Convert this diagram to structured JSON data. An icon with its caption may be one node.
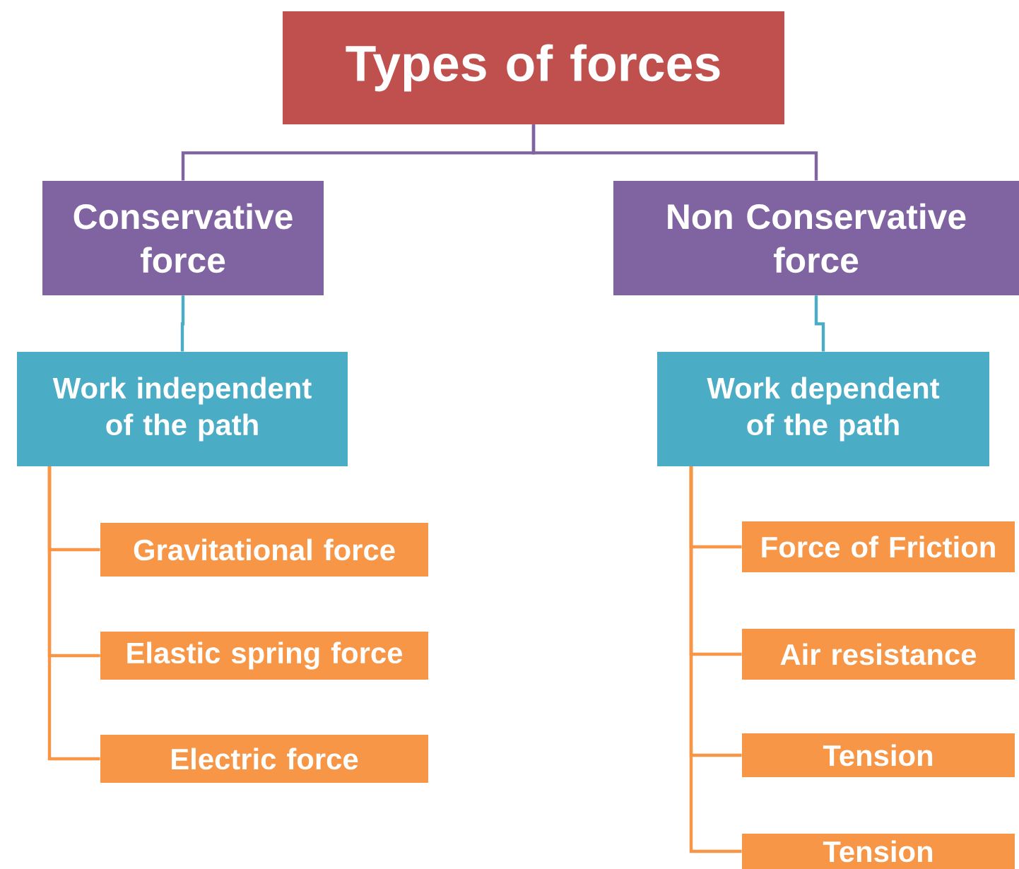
{
  "diagram": {
    "nodes": [
      {
        "text": [
          "Types of forces"
        ]
      },
      {
        "text": [
          "Conservative force"
        ]
      },
      {
        "text": [
          "Non Conservative force"
        ]
      },
      {
        "text": [
          "Work independent of the path"
        ]
      },
      {
        "text": [
          "Work dependent of the path"
        ]
      },
      {
        "text": [
          "Gravitational force"
        ]
      },
      {
        "text": [
          "Elastic spring force"
        ]
      },
      {
        "text": [
          "Electric force"
        ]
      },
      {
        "text": [
          "Force of Friction"
        ]
      },
      {
        "text": [
          "Air resistance"
        ]
      },
      {
        "text": [
          "Tension"
        ]
      },
      {
        "text": [
          "Tension"
        ]
      }
    ],
    "edges": [
      {
        "from": 0,
        "to": 1,
        "arrow": "none",
        "color": "#8064a2"
      },
      {
        "from": 0,
        "to": 2,
        "arrow": "none",
        "color": "#8064a2"
      },
      {
        "from": 1,
        "to": 3,
        "arrow": "none",
        "color": "#4bacc6"
      },
      {
        "from": 2,
        "to": 4,
        "arrow": "none",
        "color": "#4bacc6"
      },
      {
        "from": 3,
        "to": 5,
        "arrow": "none"
      },
      {
        "from": 3,
        "to": 6,
        "arrow": "none"
      },
      {
        "from": 3,
        "to": 7,
        "arrow": "none"
      },
      {
        "from": 4,
        "to": 8,
        "arrow": "none"
      },
      {
        "from": 4,
        "to": 9,
        "arrow": "none"
      },
      {
        "from": 4,
        "to": 10,
        "arrow": "none"
      },
      {
        "from": 4,
        "to": 11,
        "arrow": "none"
      }
    ]
  }
}
